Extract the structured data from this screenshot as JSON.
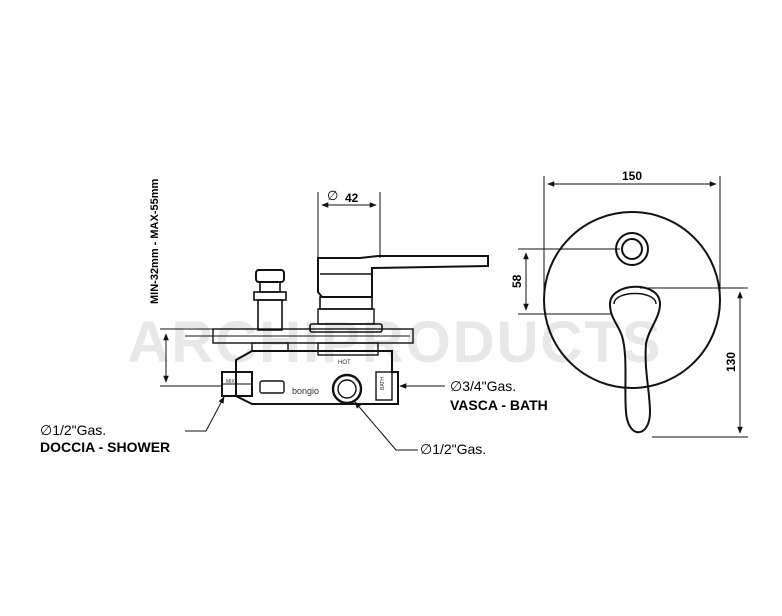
{
  "watermark": "ARCHIPRODUCTS",
  "side_view": {
    "depth_range": "MIN-32mm - MAX-55mm",
    "handle_diameter": "42",
    "brand_mark": "bongio",
    "port_label_left": "MIX",
    "port_label_hot": "HOT",
    "port_label_right": "BATH",
    "shower_conn_size": "∅1/2\"Gas.",
    "shower_conn_name": "DOCCIA - SHOWER",
    "bath_conn_size": "∅3/4\"Gas.",
    "bath_conn_name": "VASCA - BATH",
    "supply_conn_size": "∅1/2\"Gas."
  },
  "front_view": {
    "plate_diameter": "150",
    "diverter_offset": "58",
    "total_height": "130"
  },
  "colors": {
    "line": "#111111",
    "watermark": "#e8e8e8"
  }
}
